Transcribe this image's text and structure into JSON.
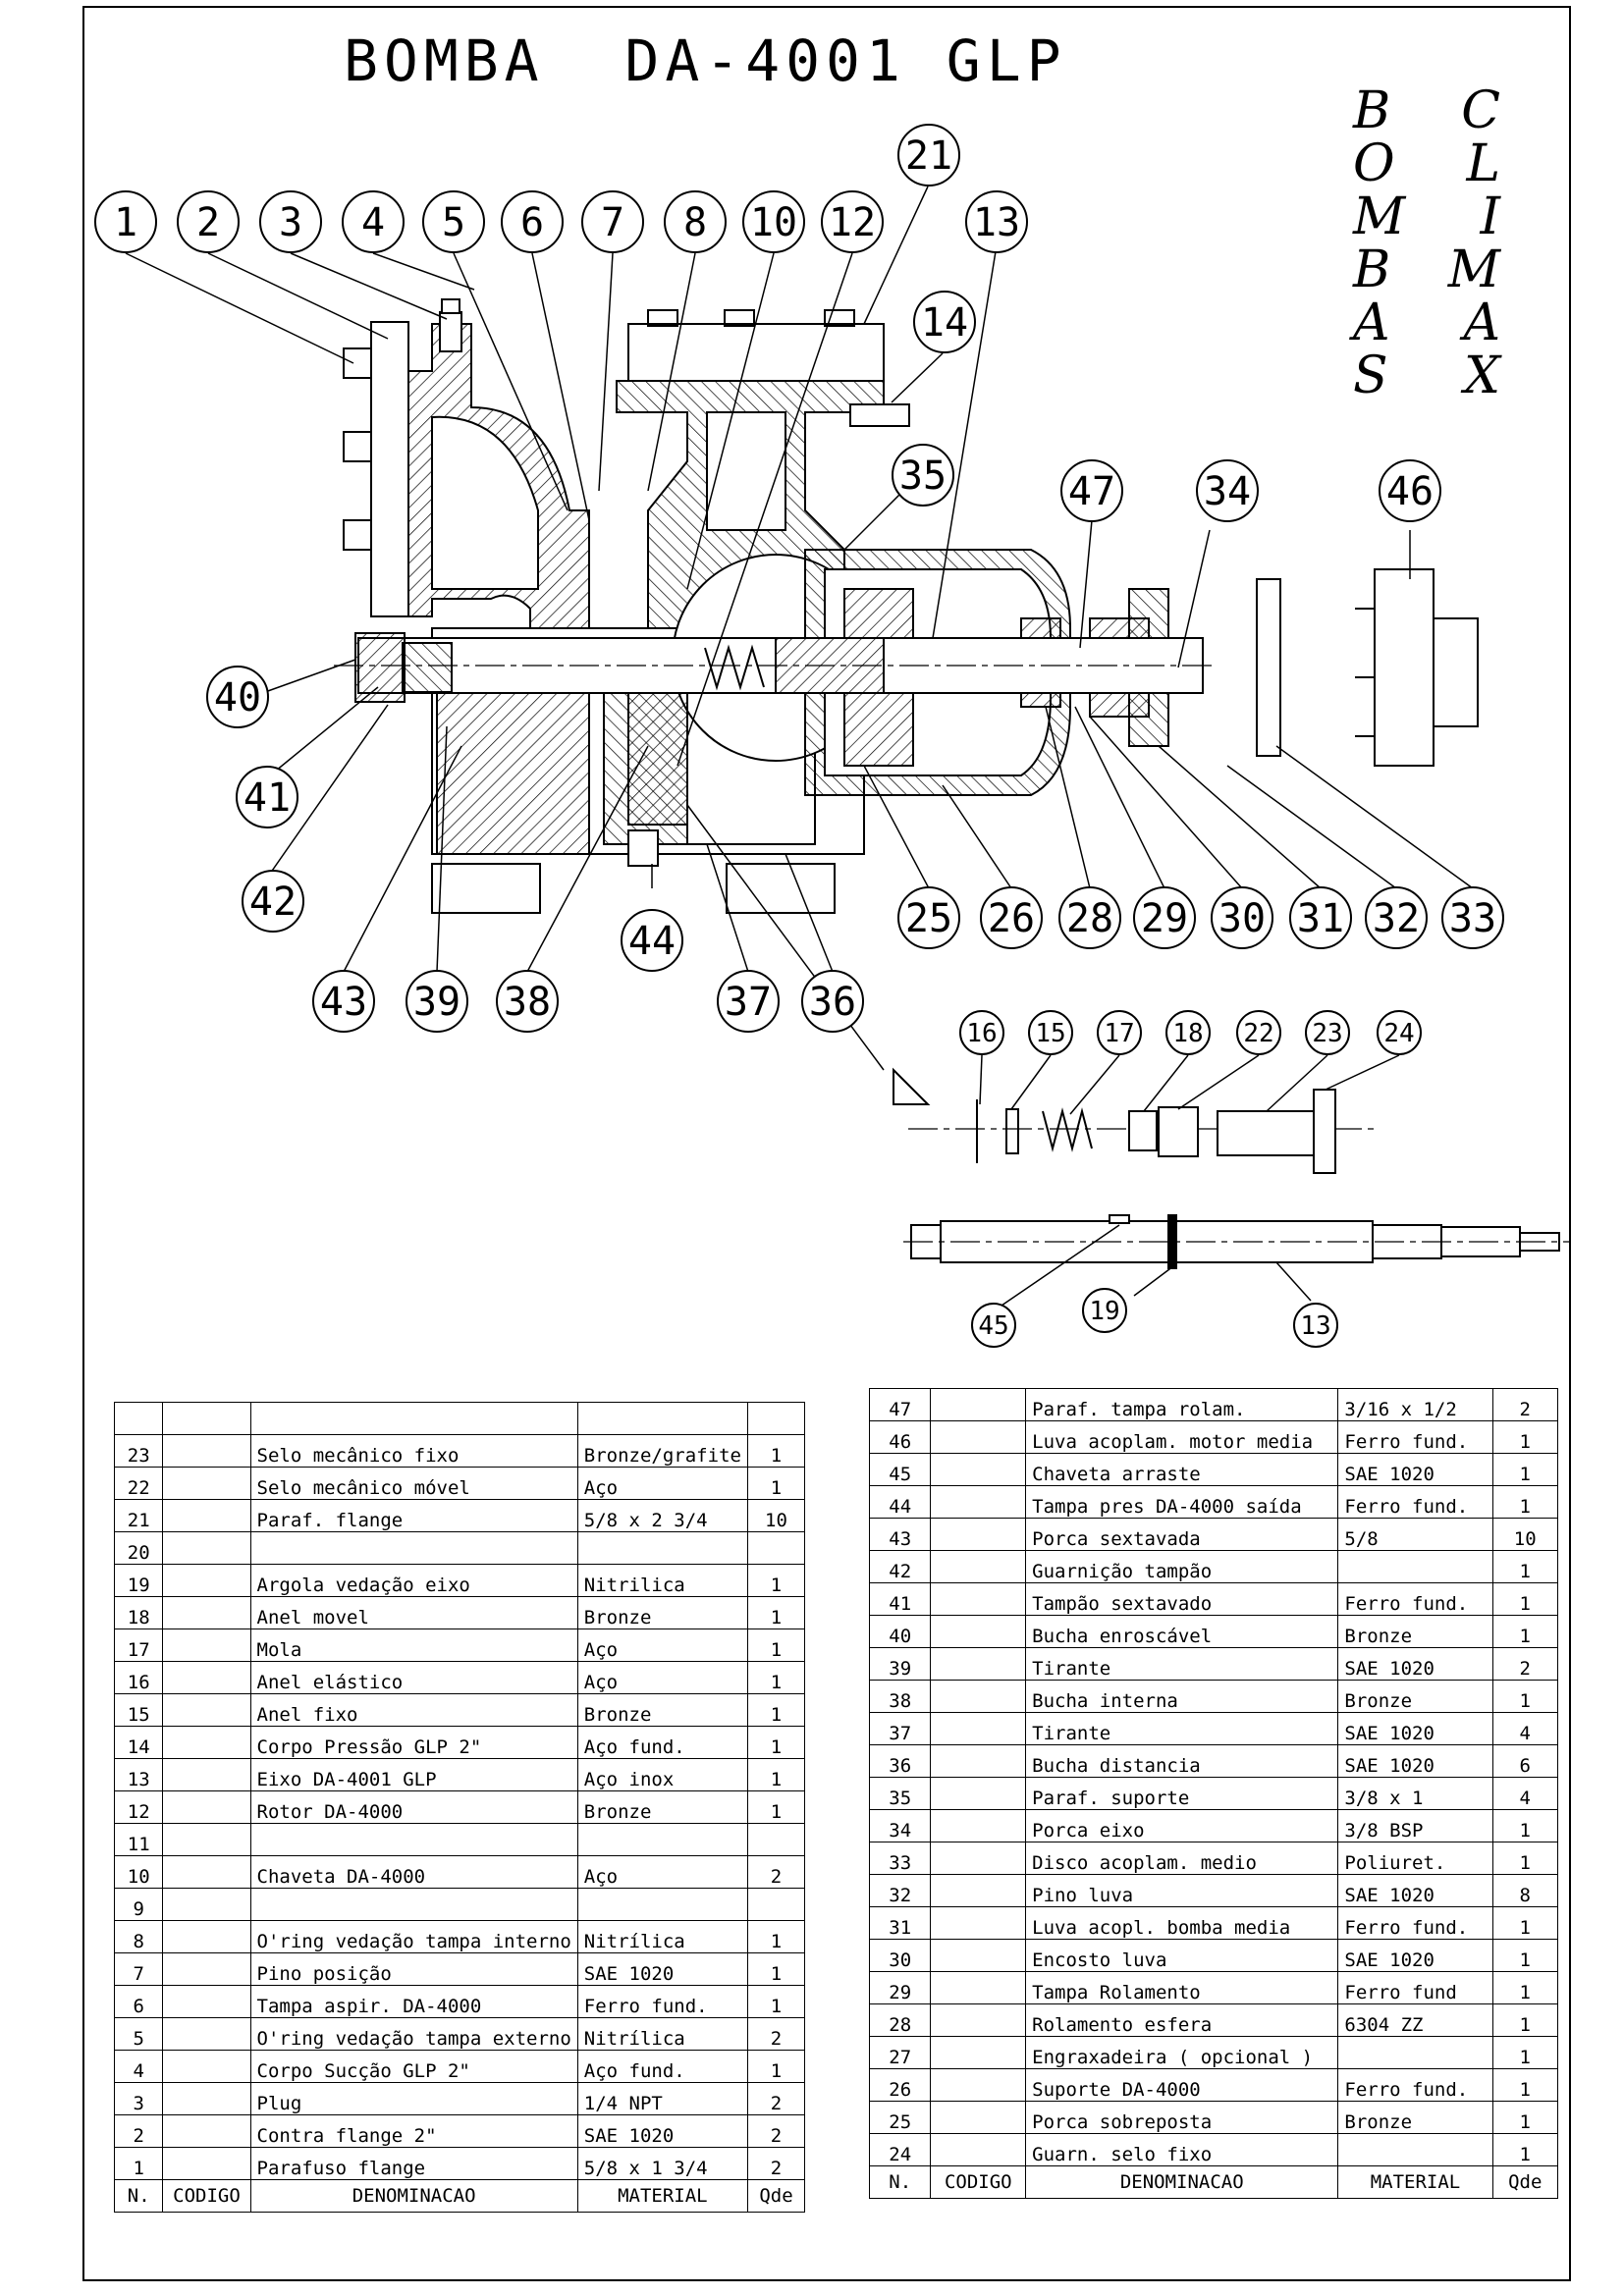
{
  "title": "BOMBA  DA-4001 GLP",
  "brand": {
    "col1": [
      "B",
      "O",
      "M",
      "B",
      "A",
      "S"
    ],
    "col2": [
      "C",
      "L",
      "I",
      "M",
      "A",
      "X"
    ]
  },
  "balloons": {
    "b1": "1",
    "b2": "2",
    "b3": "3",
    "b4": "4",
    "b5": "5",
    "b6": "6",
    "b7": "7",
    "b8": "8",
    "b10": "10",
    "b12": "12",
    "b21": "21",
    "b13": "13",
    "b14": "14",
    "b35": "35",
    "b47": "47",
    "b34": "34",
    "b46": "46",
    "b40": "40",
    "b41": "41",
    "b42": "42",
    "b43": "43",
    "b39": "39",
    "b38": "38",
    "b44": "44",
    "b37": "37",
    "b36": "36",
    "b25": "25",
    "b26": "26",
    "b28": "28",
    "b29": "29",
    "b30": "30",
    "b31": "31",
    "b32": "32",
    "b33": "33",
    "b16": "16",
    "b15": "15",
    "b17": "17",
    "b18": "18",
    "b22": "22",
    "b23": "23",
    "b24": "24",
    "b45": "45",
    "b19": "19",
    "b13b": "13"
  },
  "table_headers": {
    "n": "N.",
    "codigo": "CODIGO",
    "denominacao": "DENOMINACAO",
    "material": "MATERIAL",
    "qde": "Qde"
  },
  "parts_left": [
    {
      "n": "23",
      "desc": "Selo mecânico fixo",
      "material": "Bronze/grafite",
      "qty": "1"
    },
    {
      "n": "22",
      "desc": "Selo mecânico móvel",
      "material": "Aço",
      "qty": "1"
    },
    {
      "n": "21",
      "desc": "Paraf. flange",
      "material": "5/8 x 2 3/4",
      "qty": "10"
    },
    {
      "n": "20",
      "desc": "",
      "material": "",
      "qty": ""
    },
    {
      "n": "19",
      "desc": "Argola vedação eixo",
      "material": "Nitrilica",
      "qty": "1"
    },
    {
      "n": "18",
      "desc": "Anel movel",
      "material": "Bronze",
      "qty": "1"
    },
    {
      "n": "17",
      "desc": "Mola",
      "material": "Aço",
      "qty": "1"
    },
    {
      "n": "16",
      "desc": "Anel elástico",
      "material": "Aço",
      "qty": "1"
    },
    {
      "n": "15",
      "desc": "Anel fixo",
      "material": "Bronze",
      "qty": "1"
    },
    {
      "n": "14",
      "desc": "Corpo Pressão GLP 2\"",
      "material": "Aço fund.",
      "qty": "1"
    },
    {
      "n": "13",
      "desc": "Eixo DA-4001 GLP",
      "material": "Aço inox",
      "qty": "1"
    },
    {
      "n": "12",
      "desc": "Rotor DA-4000",
      "material": "Bronze",
      "qty": "1"
    },
    {
      "n": "11",
      "desc": "",
      "material": "",
      "qty": ""
    },
    {
      "n": "10",
      "desc": "Chaveta DA-4000",
      "material": "Aço",
      "qty": "2"
    },
    {
      "n": "9",
      "desc": "",
      "material": "",
      "qty": ""
    },
    {
      "n": "8",
      "desc": "O'ring vedação tampa interno",
      "material": "Nitrílica",
      "qty": "1"
    },
    {
      "n": "7",
      "desc": "Pino posição",
      "material": "SAE 1020",
      "qty": "1"
    },
    {
      "n": "6",
      "desc": "Tampa aspir. DA-4000",
      "material": "Ferro fund.",
      "qty": "1"
    },
    {
      "n": "5",
      "desc": "O'ring vedação tampa externo",
      "material": "Nitrílica",
      "qty": "2"
    },
    {
      "n": "4",
      "desc": "Corpo Sucção GLP 2\"",
      "material": "Aço fund.",
      "qty": "1"
    },
    {
      "n": "3",
      "desc": "Plug",
      "material": "1/4 NPT",
      "qty": "2"
    },
    {
      "n": "2",
      "desc": "Contra flange 2\"",
      "material": "SAE 1020",
      "qty": "2"
    },
    {
      "n": "1",
      "desc": "Parafuso flange",
      "material": "5/8 x 1 3/4",
      "qty": "2"
    }
  ],
  "parts_right": [
    {
      "n": "47",
      "desc": "Paraf. tampa rolam.",
      "material": "3/16 x 1/2",
      "qty": "2"
    },
    {
      "n": "46",
      "desc": "Luva acoplam. motor media",
      "material": "Ferro fund.",
      "qty": "1"
    },
    {
      "n": "45",
      "desc": "Chaveta arraste",
      "material": "SAE 1020",
      "qty": "1"
    },
    {
      "n": "44",
      "desc": "Tampa pres DA-4000 saída",
      "material": "Ferro fund.",
      "qty": "1"
    },
    {
      "n": "43",
      "desc": "Porca sextavada",
      "material": "5/8",
      "qty": "10"
    },
    {
      "n": "42",
      "desc": "Guarnição tampão",
      "material": "",
      "qty": "1"
    },
    {
      "n": "41",
      "desc": "Tampão sextavado",
      "material": "Ferro fund.",
      "qty": "1"
    },
    {
      "n": "40",
      "desc": "Bucha enroscável",
      "material": "Bronze",
      "qty": "1"
    },
    {
      "n": "39",
      "desc": "Tirante",
      "material": "SAE 1020",
      "qty": "2"
    },
    {
      "n": "38",
      "desc": "Bucha interna",
      "material": "Bronze",
      "qty": "1"
    },
    {
      "n": "37",
      "desc": "Tirante",
      "material": "SAE 1020",
      "qty": "4"
    },
    {
      "n": "36",
      "desc": "Bucha distancia",
      "material": "SAE 1020",
      "qty": "6"
    },
    {
      "n": "35",
      "desc": "Paraf. suporte",
      "material": "3/8 x 1",
      "qty": "4"
    },
    {
      "n": "34",
      "desc": "Porca eixo",
      "material": "3/8 BSP",
      "qty": "1"
    },
    {
      "n": "33",
      "desc": "Disco acoplam. medio",
      "material": "Poliuret.",
      "qty": "1"
    },
    {
      "n": "32",
      "desc": "Pino luva",
      "material": "SAE 1020",
      "qty": "8"
    },
    {
      "n": "31",
      "desc": "Luva acopl. bomba media",
      "material": "Ferro fund.",
      "qty": "1"
    },
    {
      "n": "30",
      "desc": "Encosto luva",
      "material": "SAE 1020",
      "qty": "1"
    },
    {
      "n": "29",
      "desc": "Tampa Rolamento",
      "material": "Ferro fund",
      "qty": "1"
    },
    {
      "n": "28",
      "desc": "Rolamento esfera",
      "material": "6304 ZZ",
      "qty": "1"
    },
    {
      "n": "27",
      "desc": "Engraxadeira ( opcional )",
      "material": "",
      "qty": "1"
    },
    {
      "n": "26",
      "desc": "Suporte DA-4000",
      "material": "Ferro fund.",
      "qty": "1"
    },
    {
      "n": "25",
      "desc": "Porca sobreposta",
      "material": "Bronze",
      "qty": "1"
    },
    {
      "n": "24",
      "desc": "Guarn. selo fixo",
      "material": "",
      "qty": "1"
    }
  ]
}
